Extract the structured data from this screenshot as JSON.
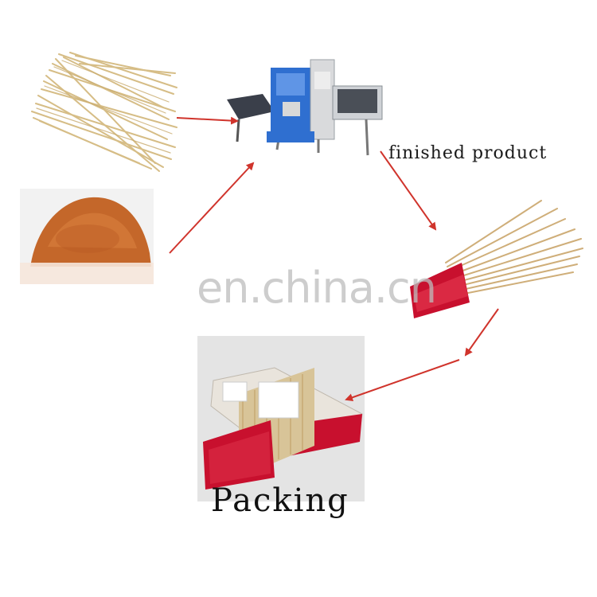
{
  "labels": {
    "finished": "finished product",
    "packing": "Packing"
  },
  "watermark": "en.china.cn",
  "colors": {
    "arrow": "#d0342c",
    "bamboo": "#d9c08a",
    "powder": "#c4672a",
    "red_tip": "#c8102e",
    "machine_blue": "#2f6fd0"
  },
  "icons": {
    "bamboo_sticks": "bamboo-sticks-image",
    "powder": "incense-powder-image",
    "machine": "incense-making-machine-image",
    "incense": "finished-incense-sticks-image",
    "package": "packed-incense-image"
  }
}
